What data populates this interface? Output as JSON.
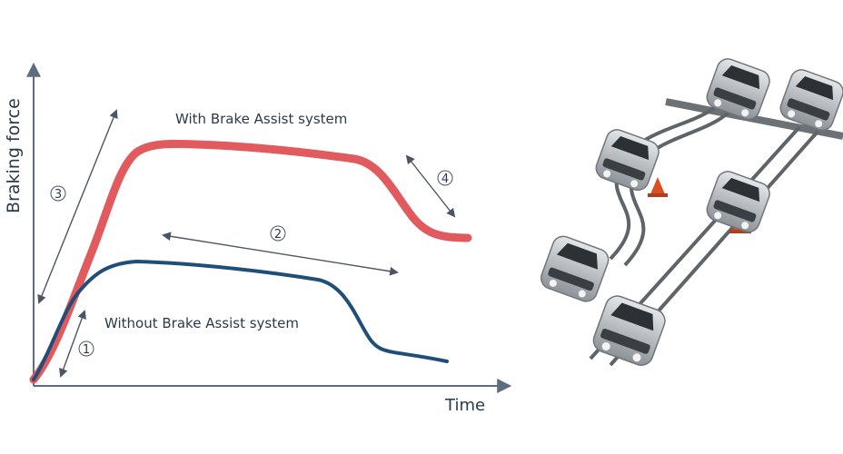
{
  "chart": {
    "y_axis_label": "Braking force",
    "x_axis_label": "Time",
    "with_label": "With Brake Assist system",
    "without_label": "Without Brake Assist system",
    "markers": [
      "1",
      "2",
      "3",
      "4"
    ],
    "colors": {
      "with": "#e05a5e",
      "without": "#1f4e79",
      "axis": "#5b6d7f",
      "arrow": "#4a5663"
    }
  },
  "illustration": {
    "description_icon": "cars-obstacle-avoidance-illustration"
  }
}
